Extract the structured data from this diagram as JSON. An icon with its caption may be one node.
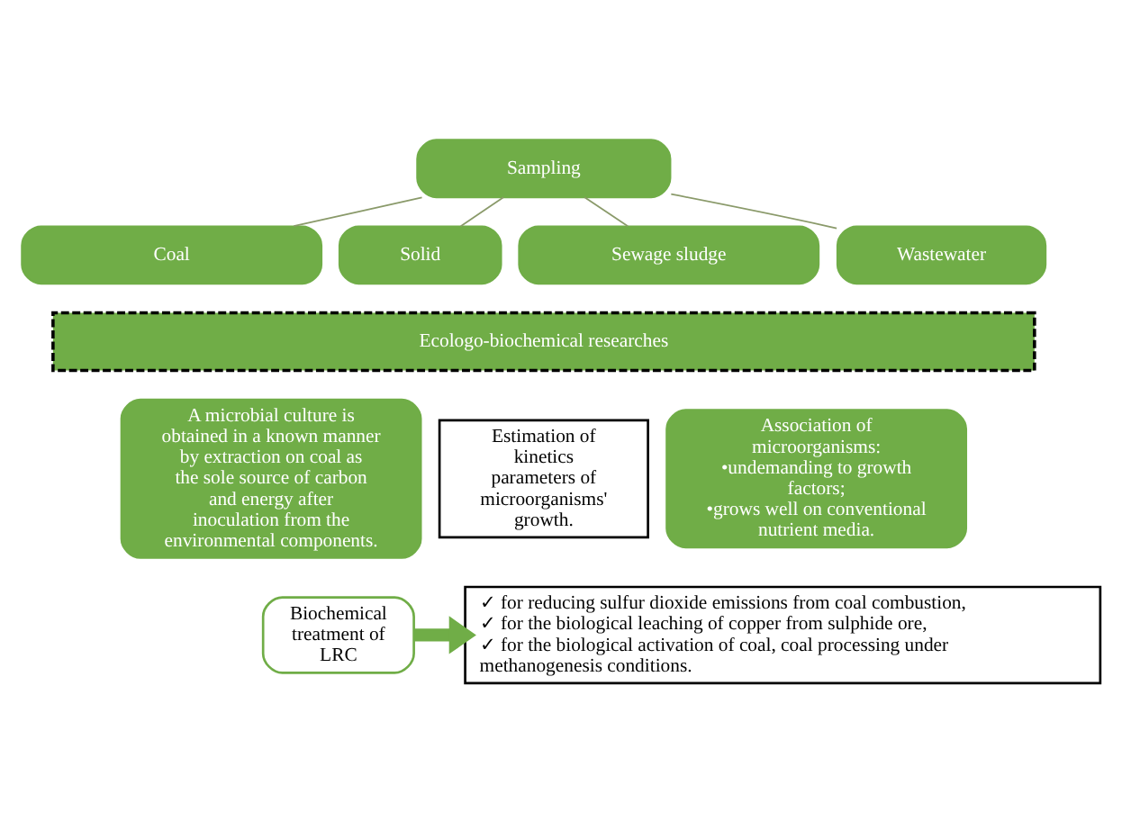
{
  "diagram": {
    "nodes": [
      {
        "text": [
          "Sampling"
        ]
      },
      {
        "text": [
          "Coal"
        ]
      },
      {
        "text": [
          "Solid"
        ]
      },
      {
        "text": [
          "Sewage sludge"
        ]
      },
      {
        "text": [
          "Wastewater"
        ]
      },
      {
        "text": [
          "Ecologo-biochemical researches"
        ]
      },
      {
        "text": [
          "A microbial culture is obtained in a known manner by extraction on coal as the sole source of carbon and energy after inoculation from the environmental components."
        ]
      },
      {
        "text": [
          "Estimation of kinetics parameters of microorganisms' growth."
        ]
      },
      {
        "text": [
          "Association of microorganisms:",
          "•undemanding to growth factors;",
          "•grows well on conventional nutrient media."
        ]
      },
      {
        "text": [
          "Biochemical treatment of LRC"
        ]
      },
      {
        "text": [
          "✓ for reducing sulfur dioxide emissions from coal combustion,",
          "✓ for the biological leaching of copper from sulphide ore,",
          "✓ for the biological activation of coal, coal processing under methanogenesis conditions."
        ]
      }
    ],
    "edges": [
      {
        "from": 0,
        "to": 1,
        "arrow": "none"
      },
      {
        "from": 0,
        "to": 2,
        "arrow": "none"
      },
      {
        "from": 0,
        "to": 3,
        "arrow": "none"
      },
      {
        "from": 0,
        "to": 4,
        "arrow": "none"
      },
      {
        "from": 9,
        "to": 10,
        "arrow": "to",
        "style": "thick",
        "color": "#70ad47"
      }
    ]
  }
}
